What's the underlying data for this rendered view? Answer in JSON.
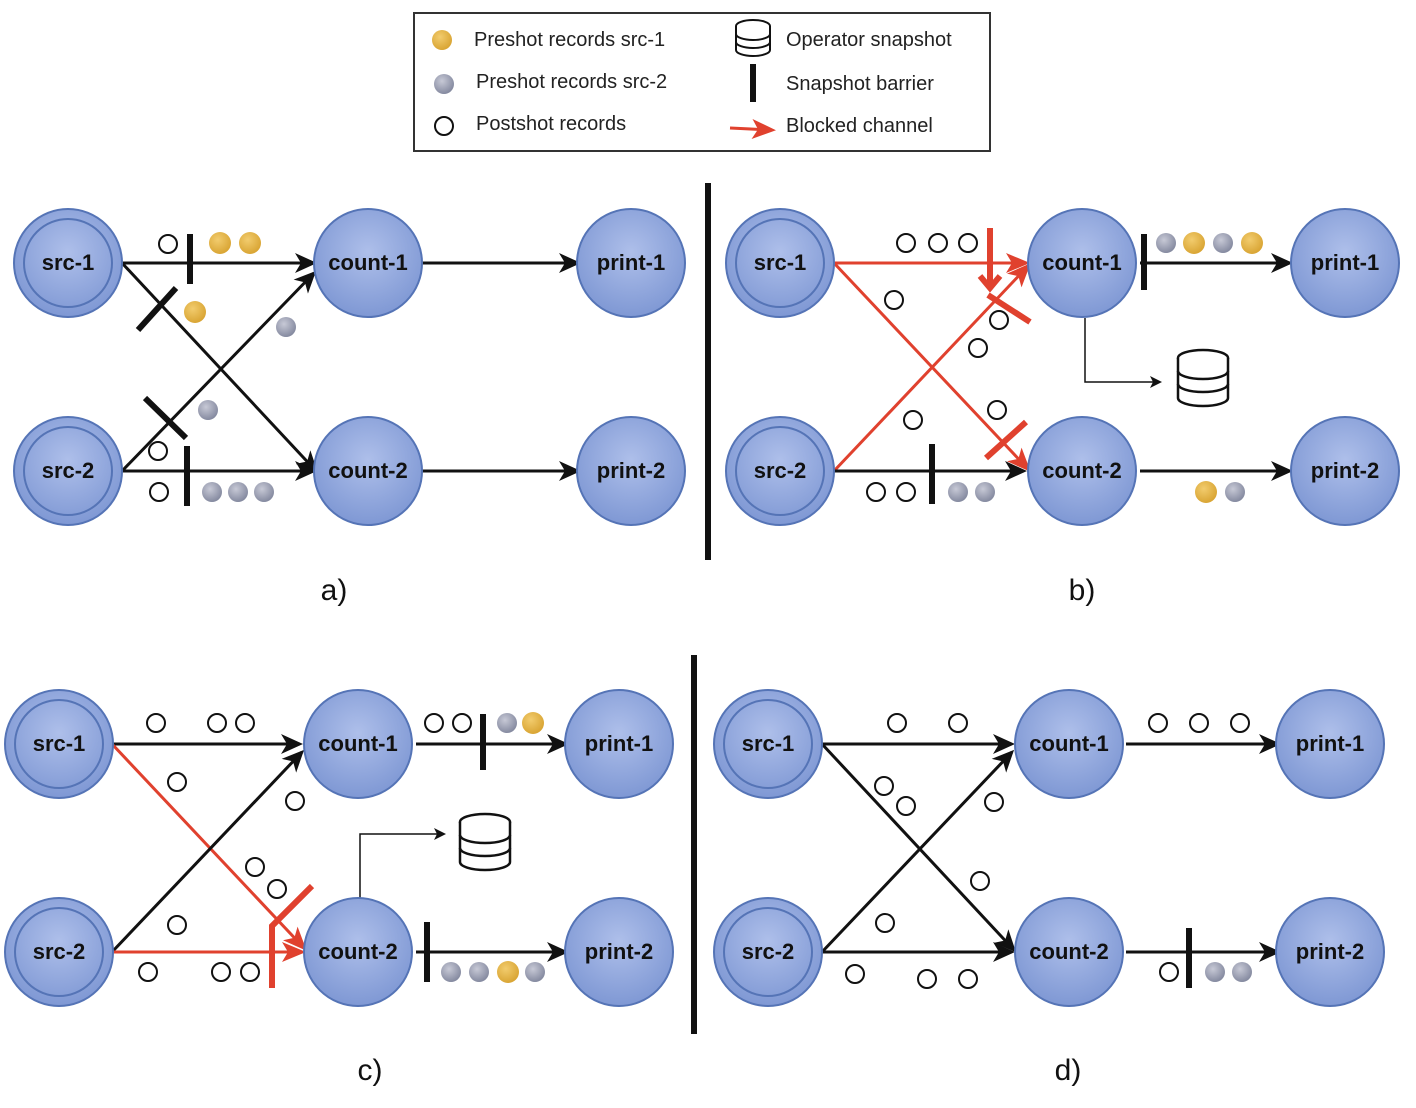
{
  "colors": {
    "node_fill": "#8fa6dc",
    "node_stroke": "#5574b6",
    "edge": "#111111",
    "blocked": "#e0412e",
    "preshot_src1": "#e3b13f",
    "preshot_src2": "#9ea2b4",
    "postshot": "#ffffff"
  },
  "legend": {
    "preshot_src1": "Preshot records src-1",
    "preshot_src2": "Preshot records src-2",
    "postshot": "Postshot records",
    "operator_snapshot": "Operator snapshot",
    "snapshot_barrier": "Snapshot barrier",
    "blocked_channel": "Blocked channel"
  },
  "panels": [
    {
      "caption": "a)",
      "nodes": {
        "src1": "src-1",
        "src2": "src-2",
        "count1": "count-1",
        "count2": "count-2",
        "print1": "print-1",
        "print2": "print-2"
      },
      "blocked_channels": [],
      "snapshot_taken_by": "none"
    },
    {
      "caption": "b)",
      "nodes": {
        "src1": "src-1",
        "src2": "src-2",
        "count1": "count-1",
        "count2": "count-2",
        "print1": "print-1",
        "print2": "print-2"
      },
      "blocked_channels": [
        "src-1 → count-1",
        "src-1 → count-2",
        "src-2 → count-1"
      ],
      "snapshot_taken_by": "count-1"
    },
    {
      "caption": "c)",
      "nodes": {
        "src1": "src-1",
        "src2": "src-2",
        "count1": "count-1",
        "count2": "count-2",
        "print1": "print-1",
        "print2": "print-2"
      },
      "blocked_channels": [
        "src-1 → count-2",
        "src-2 → count-2"
      ],
      "snapshot_taken_by": "count-2"
    },
    {
      "caption": "d)",
      "nodes": {
        "src1": "src-1",
        "src2": "src-2",
        "count1": "count-1",
        "count2": "count-2",
        "print1": "print-1",
        "print2": "print-2"
      },
      "blocked_channels": [],
      "snapshot_taken_by": "none"
    }
  ]
}
